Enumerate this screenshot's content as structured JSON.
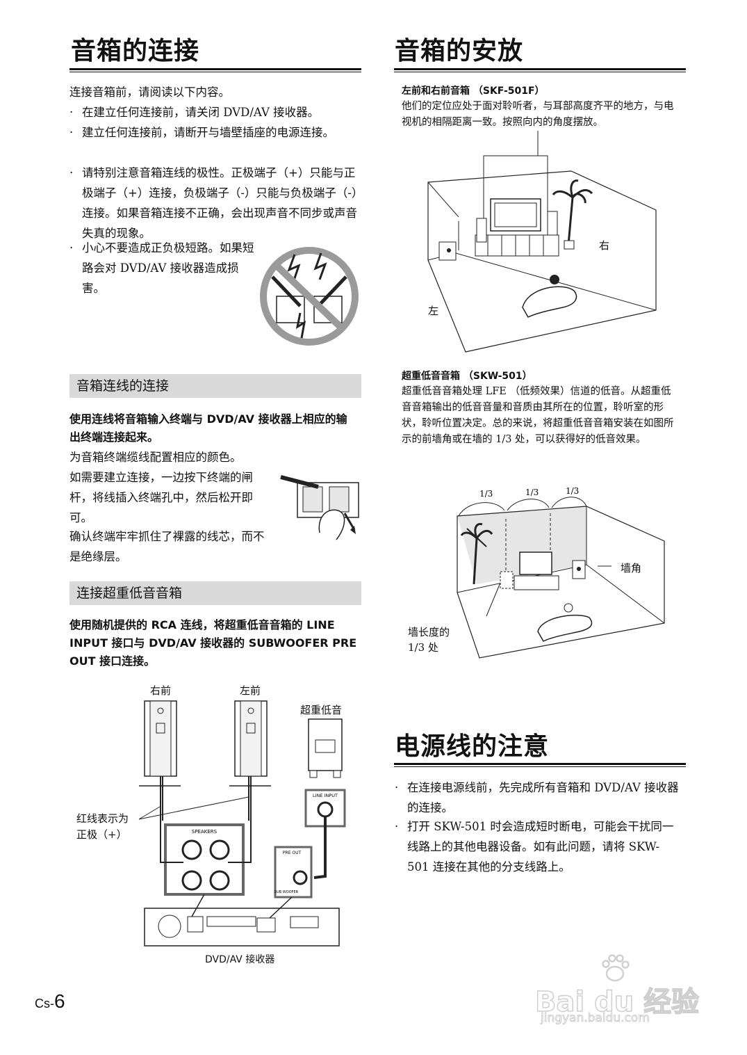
{
  "left": {
    "title": "音箱的连接",
    "intro": "连接音箱前，请阅读以下内容。",
    "bullets": [
      "在建立任何连接前，请关闭 DVD/AV 接收器。",
      "建立任何连接前，请断开与墙壁插座的电源连接。",
      "请特别注意音箱连线的极性。正极端子（+）只能与正极端子（+）连接，负极端子（-）只能与负极端子（-）连接。如果音箱连接不正确，会出现声音不同步或声音失真的现象。",
      "小心不要造成正负极短路。如果短路会对 DVD/AV 接收器造成损害。"
    ],
    "sub1": {
      "heading": "音箱连线的连接",
      "bold": "使用连线将音箱输入终端与 DVD/AV 接收器上相应的输出终端连接起来。",
      "p1": "为音箱终端缆线配置相应的颜色。",
      "p2": "如需要建立连接，一边按下终端的闸杆，将线插入终端孔中，然后松开即可。",
      "p3": "确认终端牢牢抓住了裸露的线芯，而不是绝缘层。"
    },
    "sub2": {
      "heading": "连接超重低音音箱",
      "bold": "使用随机提供的 RCA 连线，将超重低音音箱的 LINE INPUT 接口与 DVD/AV 接收器的 SUBWOOFER PRE OUT 接口连接。"
    },
    "diagram": {
      "right_front": "右前",
      "left_front": "左前",
      "subwoofer": "超重低音",
      "red_line_note_1": "红线表示为",
      "red_line_note_2": "正极（+）",
      "speakers_label": "SPEAKERS",
      "line_input": "LINE INPUT",
      "pre_out": "PRE OUT",
      "sub_woofer": "SUB WOOFER",
      "receiver_caption": "DVD/AV 接收器"
    }
  },
  "right": {
    "title": "音箱的安放",
    "front_heading": "左前和右前音箱 （SKF-501F）",
    "front_text": "他们的定位应处于面对聆听者，与耳部高度齐平的地方，与电视机的相隔距离一致。按照向内的角度摆放。",
    "room_right": "右",
    "room_left": "左",
    "sub_heading": "超重低音音箱 （SKW-501）",
    "sub_text": "超重低音音箱处理 LFE （低频效果）信道的低音。从超重低音音箱输出的低音音量和音质由其所在的位置，聆听室的形状，聆听位置决定。总的来说，将超重低音音箱安装在如图所示的前墙角或在墙的 1/3 处，可以获得好的低音效果。",
    "third": "1/3",
    "corner": "墙角",
    "wall_third_1": "墙长度的",
    "wall_third_2": "1/3 处",
    "power_title": "电源线的注意",
    "power_bullets": [
      "在连接电源线前，先完成所有音箱和 DVD/AV 接收器的连接。",
      "打开 SKW-501 时会造成短时断电，可能会干扰同一线路上的其他电器设备。如有此问题，请将 SKW-501 连接在其他的分支线路上。"
    ]
  },
  "footer": {
    "page_prefix": "Cs-",
    "page_number": "6",
    "watermark": "Bai du 经验",
    "watermark_url": "jingyan.baidu.com"
  }
}
